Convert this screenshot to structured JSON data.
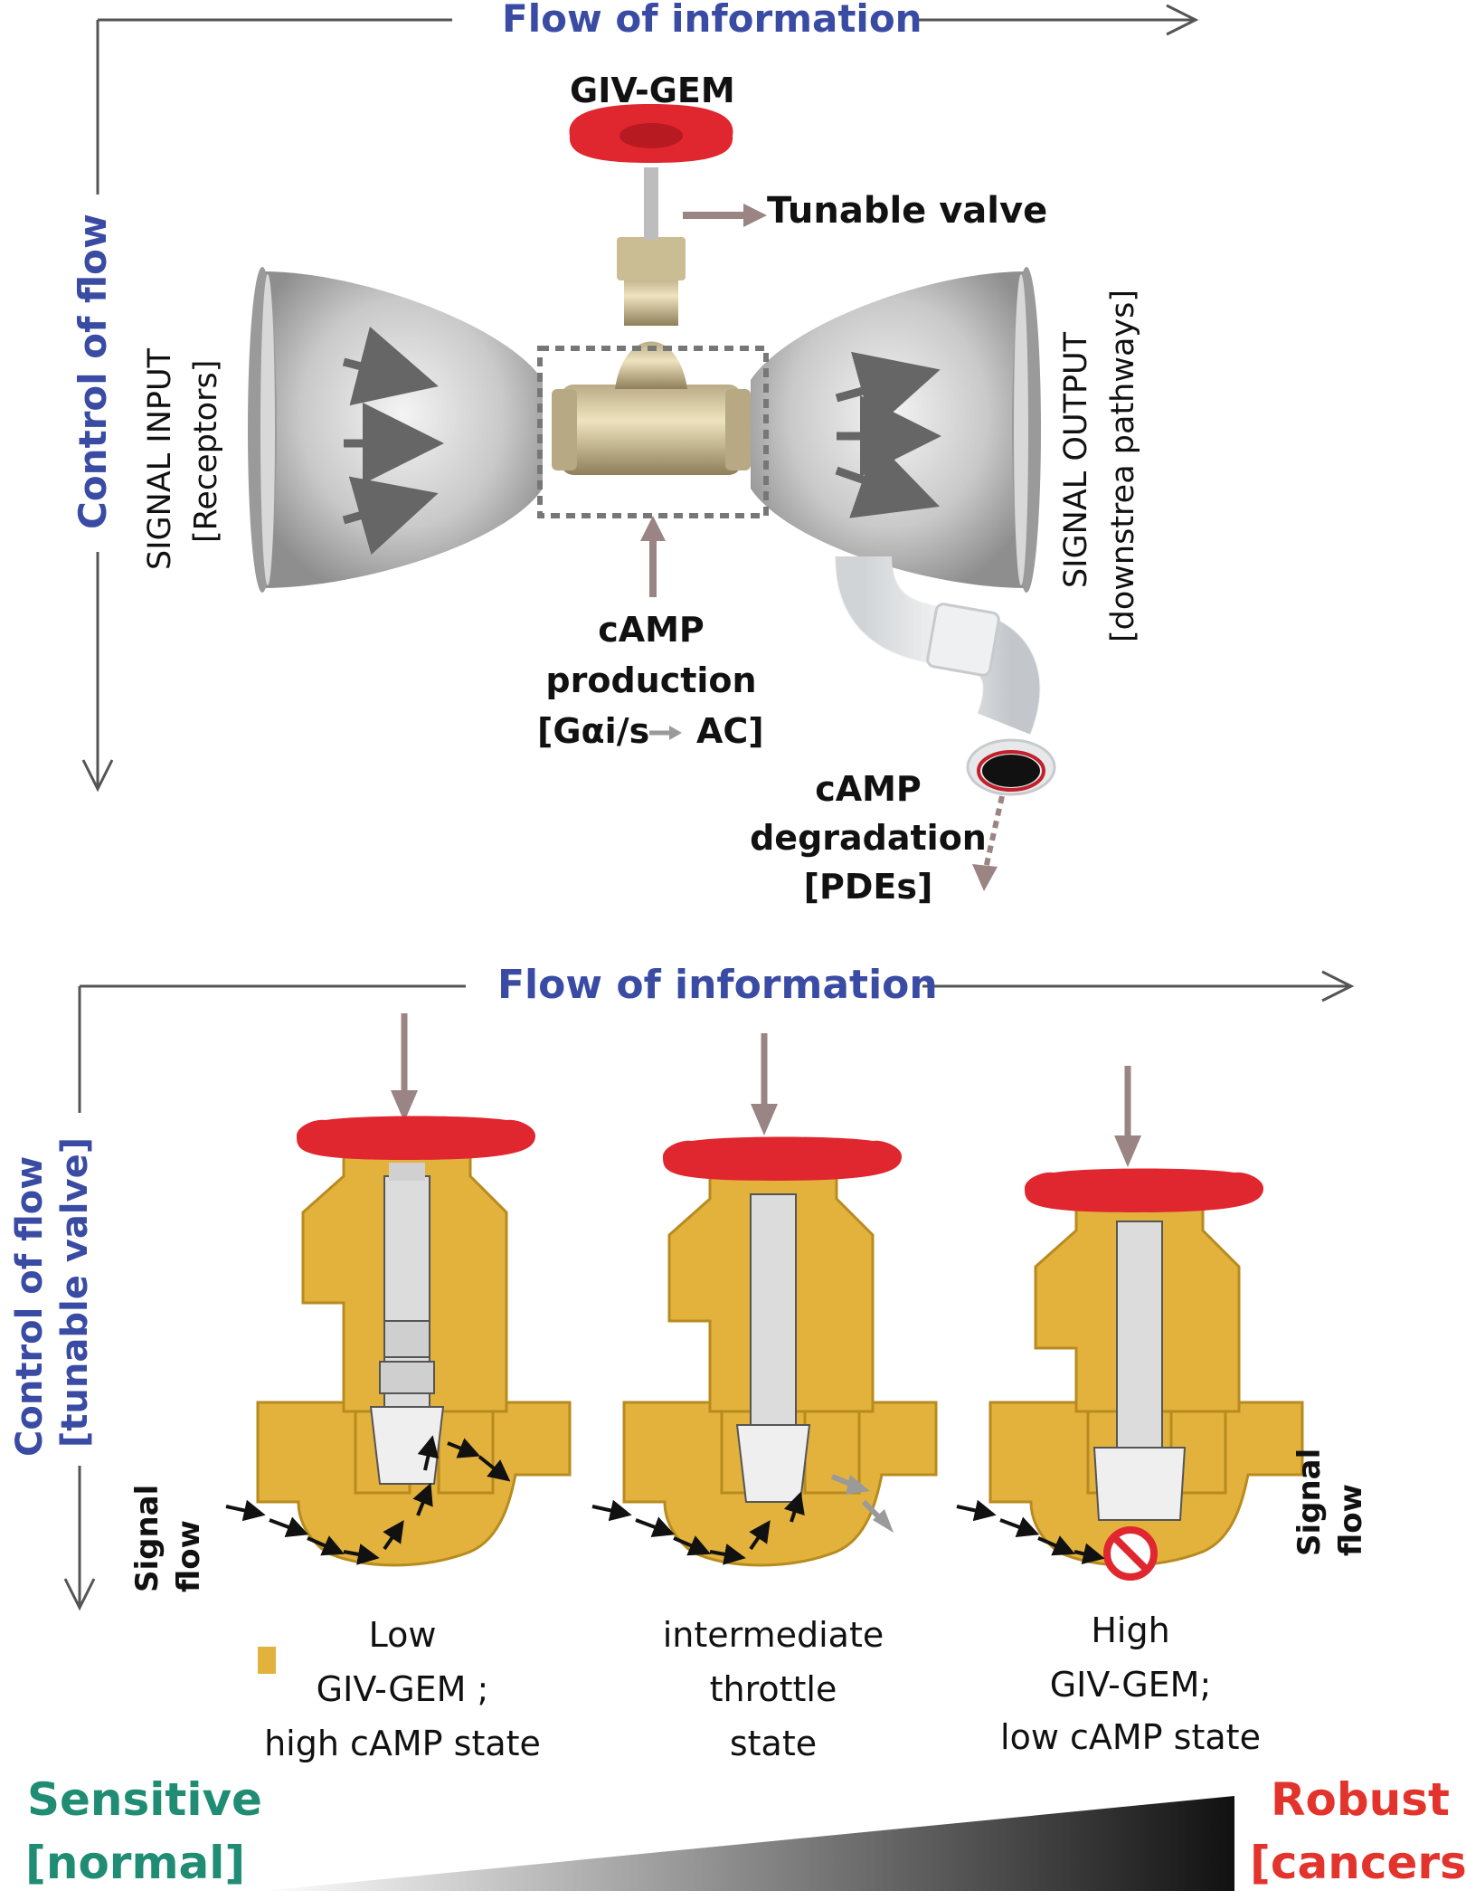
{
  "top_panel": {
    "flow_label": "Flow of information",
    "control_label": "Control of flow",
    "knob_label": "GIV-GEM",
    "valve_label": "Tunable valve",
    "input_label": "SIGNAL INPUT",
    "input_sub": "[Receptors]",
    "output_label": "SIGNAL OUTPUT",
    "output_sub": "[downstrea pathways]",
    "production_line1": "cAMP",
    "production_line2": "production",
    "production_line3a": "[Gαi/s",
    "production_line3b": "AC]",
    "degradation_line1": "cAMP",
    "degradation_line2": "degradation",
    "degradation_line3": "[PDEs]"
  },
  "bottom_panel": {
    "flow_label": "Flow of information",
    "control_line1": "Control of flow",
    "control_line2": "[tunable valve]",
    "signal_flow_left": "Signal flow",
    "signal_flow_right": "Signal flow",
    "states": [
      {
        "line1": "Low",
        "line2": "GIV-GEM ;",
        "line3": "high cAMP state"
      },
      {
        "line1": "intermediate",
        "line2": "throttle",
        "line3": "state"
      },
      {
        "line1": "High",
        "line2": "GIV-GEM;",
        "line3": "low cAMP state"
      }
    ]
  },
  "gradient": {
    "left_line1": "Sensitive",
    "left_line2": "[normal]",
    "right_line1": "Robust",
    "right_line2": "[cancers]"
  },
  "colors": {
    "heading_blue": "#3a4ba4",
    "knob_red": "#e0262e",
    "brass": "#e2b23d",
    "arrow_mauve": "#9a8484",
    "sensitive_green": "#1f8c73",
    "robust_red": "#e2342c"
  }
}
